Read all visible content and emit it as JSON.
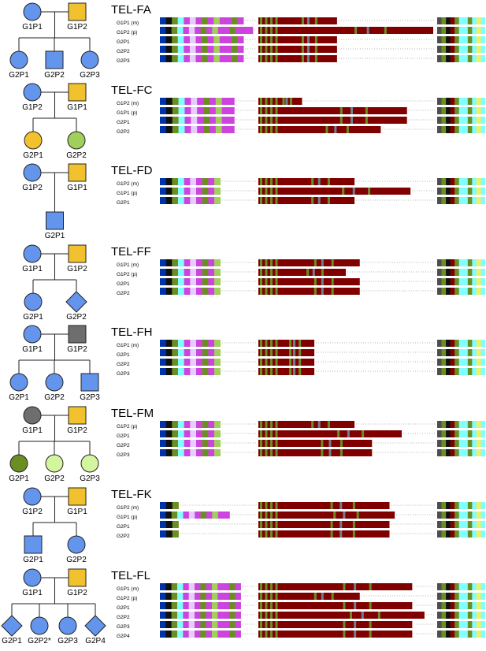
{
  "colors": {
    "blue": "#6495ed",
    "gold": "#f2c12e",
    "green_mid": "#a2cf5b",
    "green_dark": "#6b8e23",
    "green_light": "#d4f5a0",
    "gray": "#6e6e6e",
    "dark_gray": "#4d4d4d",
    "maroon": "#800000",
    "olive": "#6b8e23",
    "steel": "#708090",
    "magenta": "#cc44dd",
    "cyan": "#7fffff",
    "yellow": "#f0f060",
    "black": "#111111",
    "navy": "#0033aa",
    "lavender": "#e6ccff"
  },
  "families": [
    {
      "id": "TEL-FA",
      "title": "TEL-FA",
      "parents": [
        {
          "label": "G1P1",
          "shape": "circle",
          "color": "blue"
        },
        {
          "label": "G1P2",
          "shape": "square",
          "color": "gold"
        }
      ],
      "children": [
        {
          "label": "G2P1",
          "shape": "circle",
          "color": "blue"
        },
        {
          "label": "G2P2",
          "shape": "square",
          "color": "blue"
        },
        {
          "label": "G2P3",
          "shape": "circle",
          "color": "blue"
        }
      ],
      "rows": [
        {
          "label": "G1P1 (m)",
          "mid": 0.45,
          "left": 0.9
        },
        {
          "label": "G1P2 (p)",
          "mid": 1.0,
          "left": 1.0
        },
        {
          "label": "G2P1",
          "mid": 0.45,
          "left": 0.9
        },
        {
          "label": "G2P2",
          "mid": 0.45,
          "left": 0.9
        },
        {
          "label": "G2P3",
          "mid": 0.45,
          "left": 0.9
        }
      ]
    },
    {
      "id": "TEL-FC",
      "title": "TEL-FC",
      "parents": [
        {
          "label": "G1P2",
          "shape": "circle",
          "color": "blue"
        },
        {
          "label": "G1P1",
          "shape": "square",
          "color": "gold"
        }
      ],
      "children": [
        {
          "label": "G2P1",
          "shape": "circle",
          "color": "gold"
        },
        {
          "label": "G2P2",
          "shape": "circle",
          "color": "green_mid"
        }
      ],
      "rows": [
        {
          "label": "G1P2 (m)",
          "mid": 0.25,
          "left": 0.8
        },
        {
          "label": "G1P1 (p)",
          "mid": 0.85,
          "left": 0.8
        },
        {
          "label": "G2P1",
          "mid": 0.85,
          "left": 0.8
        },
        {
          "label": "G2P2",
          "mid": 0.7,
          "left": 0.8
        }
      ]
    },
    {
      "id": "TEL-FD",
      "title": "TEL-FD",
      "parents": [
        {
          "label": "G1P2",
          "shape": "circle",
          "color": "blue"
        },
        {
          "label": "G1P1",
          "shape": "square",
          "color": "gold"
        }
      ],
      "children": [
        {
          "label": "G2P1",
          "shape": "square",
          "color": "blue"
        }
      ],
      "rows": [
        {
          "label": "G1P2 (m)",
          "mid": 0.55,
          "left": 0.65
        },
        {
          "label": "G1P1 (p)",
          "mid": 0.87,
          "left": 0.65
        },
        {
          "label": "G2P1",
          "mid": 0.55,
          "left": 0.65
        }
      ]
    },
    {
      "id": "TEL-FF",
      "title": "TEL-FF",
      "parents": [
        {
          "label": "G1P1",
          "shape": "circle",
          "color": "blue"
        },
        {
          "label": "G1P2",
          "shape": "square",
          "color": "gold"
        }
      ],
      "children": [
        {
          "label": "G2P1",
          "shape": "circle",
          "color": "blue"
        },
        {
          "label": "G2P2",
          "shape": "diamond",
          "color": "blue"
        }
      ],
      "rows": [
        {
          "label": "G1P1 (m)",
          "mid": 0.58,
          "left": 0.65
        },
        {
          "label": "G1P2 (p)",
          "mid": 0.5,
          "left": 0.65
        },
        {
          "label": "G2P1",
          "mid": 0.58,
          "left": 0.65
        },
        {
          "label": "G2P2",
          "mid": 0.58,
          "left": 0.65
        }
      ]
    },
    {
      "id": "TEL-FH",
      "title": "TEL-FH",
      "parents": [
        {
          "label": "G1P1",
          "shape": "circle",
          "color": "blue"
        },
        {
          "label": "G1P2",
          "shape": "square",
          "color": "gray"
        }
      ],
      "children": [
        {
          "label": "G2P1",
          "shape": "circle",
          "color": "blue"
        },
        {
          "label": "G2P2",
          "shape": "circle",
          "color": "blue"
        },
        {
          "label": "G2P3",
          "shape": "square",
          "color": "blue"
        }
      ],
      "rows": [
        {
          "label": "G1P1 (m)",
          "mid": 0.32,
          "left": 0.65
        },
        {
          "label": "G2P1",
          "mid": 0.32,
          "left": 0.65
        },
        {
          "label": "G2P2",
          "mid": 0.32,
          "left": 0.65
        },
        {
          "label": "G2P3",
          "mid": 0.32,
          "left": 0.65
        }
      ]
    },
    {
      "id": "TEL-FM",
      "title": "TEL-FM",
      "parents": [
        {
          "label": "G1P1",
          "shape": "circle",
          "color": "gray"
        },
        {
          "label": "G1P2",
          "shape": "square",
          "color": "gold"
        }
      ],
      "children": [
        {
          "label": "G2P1",
          "shape": "circle",
          "color": "green_dark"
        },
        {
          "label": "G2P2",
          "shape": "circle",
          "color": "green_light"
        },
        {
          "label": "G2P3",
          "shape": "circle",
          "color": "green_light"
        }
      ],
      "rows": [
        {
          "label": "G1P2 (p)",
          "mid": 0.55,
          "left": 0.65
        },
        {
          "label": "G2P1",
          "mid": 0.82,
          "left": 0.65
        },
        {
          "label": "G2P2",
          "mid": 0.65,
          "left": 0.65
        },
        {
          "label": "G2P3",
          "mid": 0.65,
          "left": 0.65
        }
      ]
    },
    {
      "id": "TEL-FK",
      "title": "TEL-FK",
      "parents": [
        {
          "label": "G1P2",
          "shape": "circle",
          "color": "blue"
        },
        {
          "label": "G1P1",
          "shape": "square",
          "color": "gold"
        }
      ],
      "children": [
        {
          "label": "G2P1",
          "shape": "square",
          "color": "blue"
        },
        {
          "label": "G2P2",
          "shape": "circle",
          "color": "blue"
        }
      ],
      "rows": [
        {
          "label": "G1P2 (m)",
          "mid": 0.75,
          "left": 0.2
        },
        {
          "label": "G1P1 (p)",
          "mid": 0.78,
          "left": 0.75
        },
        {
          "label": "G2P1",
          "mid": 0.75,
          "left": 0.2
        },
        {
          "label": "G2P2",
          "mid": 0.75,
          "left": 0.2
        }
      ]
    },
    {
      "id": "TEL-FL",
      "title": "TEL-FL",
      "parents": [
        {
          "label": "G1P1",
          "shape": "circle",
          "color": "blue"
        },
        {
          "label": "G1P2",
          "shape": "square",
          "color": "gold"
        }
      ],
      "children": [
        {
          "label": "G2P1",
          "shape": "diamond",
          "color": "blue"
        },
        {
          "label": "G2P2*",
          "shape": "circle",
          "color": "blue"
        },
        {
          "label": "G2P3",
          "shape": "circle",
          "color": "blue"
        },
        {
          "label": "G2P4",
          "shape": "diamond",
          "color": "blue"
        }
      ],
      "rows": [
        {
          "label": "G1P1 (m)",
          "mid": 0.88,
          "left": 0.87
        },
        {
          "label": "G1P2 (p)",
          "mid": 0.58,
          "left": 0.87
        },
        {
          "label": "G2P1",
          "mid": 0.88,
          "left": 0.87
        },
        {
          "label": "G2P2",
          "mid": 0.95,
          "left": 0.87
        },
        {
          "label": "G2P3",
          "mid": 0.88,
          "left": 0.87
        },
        {
          "label": "G2P4",
          "mid": 0.88,
          "left": 0.87
        }
      ]
    }
  ]
}
